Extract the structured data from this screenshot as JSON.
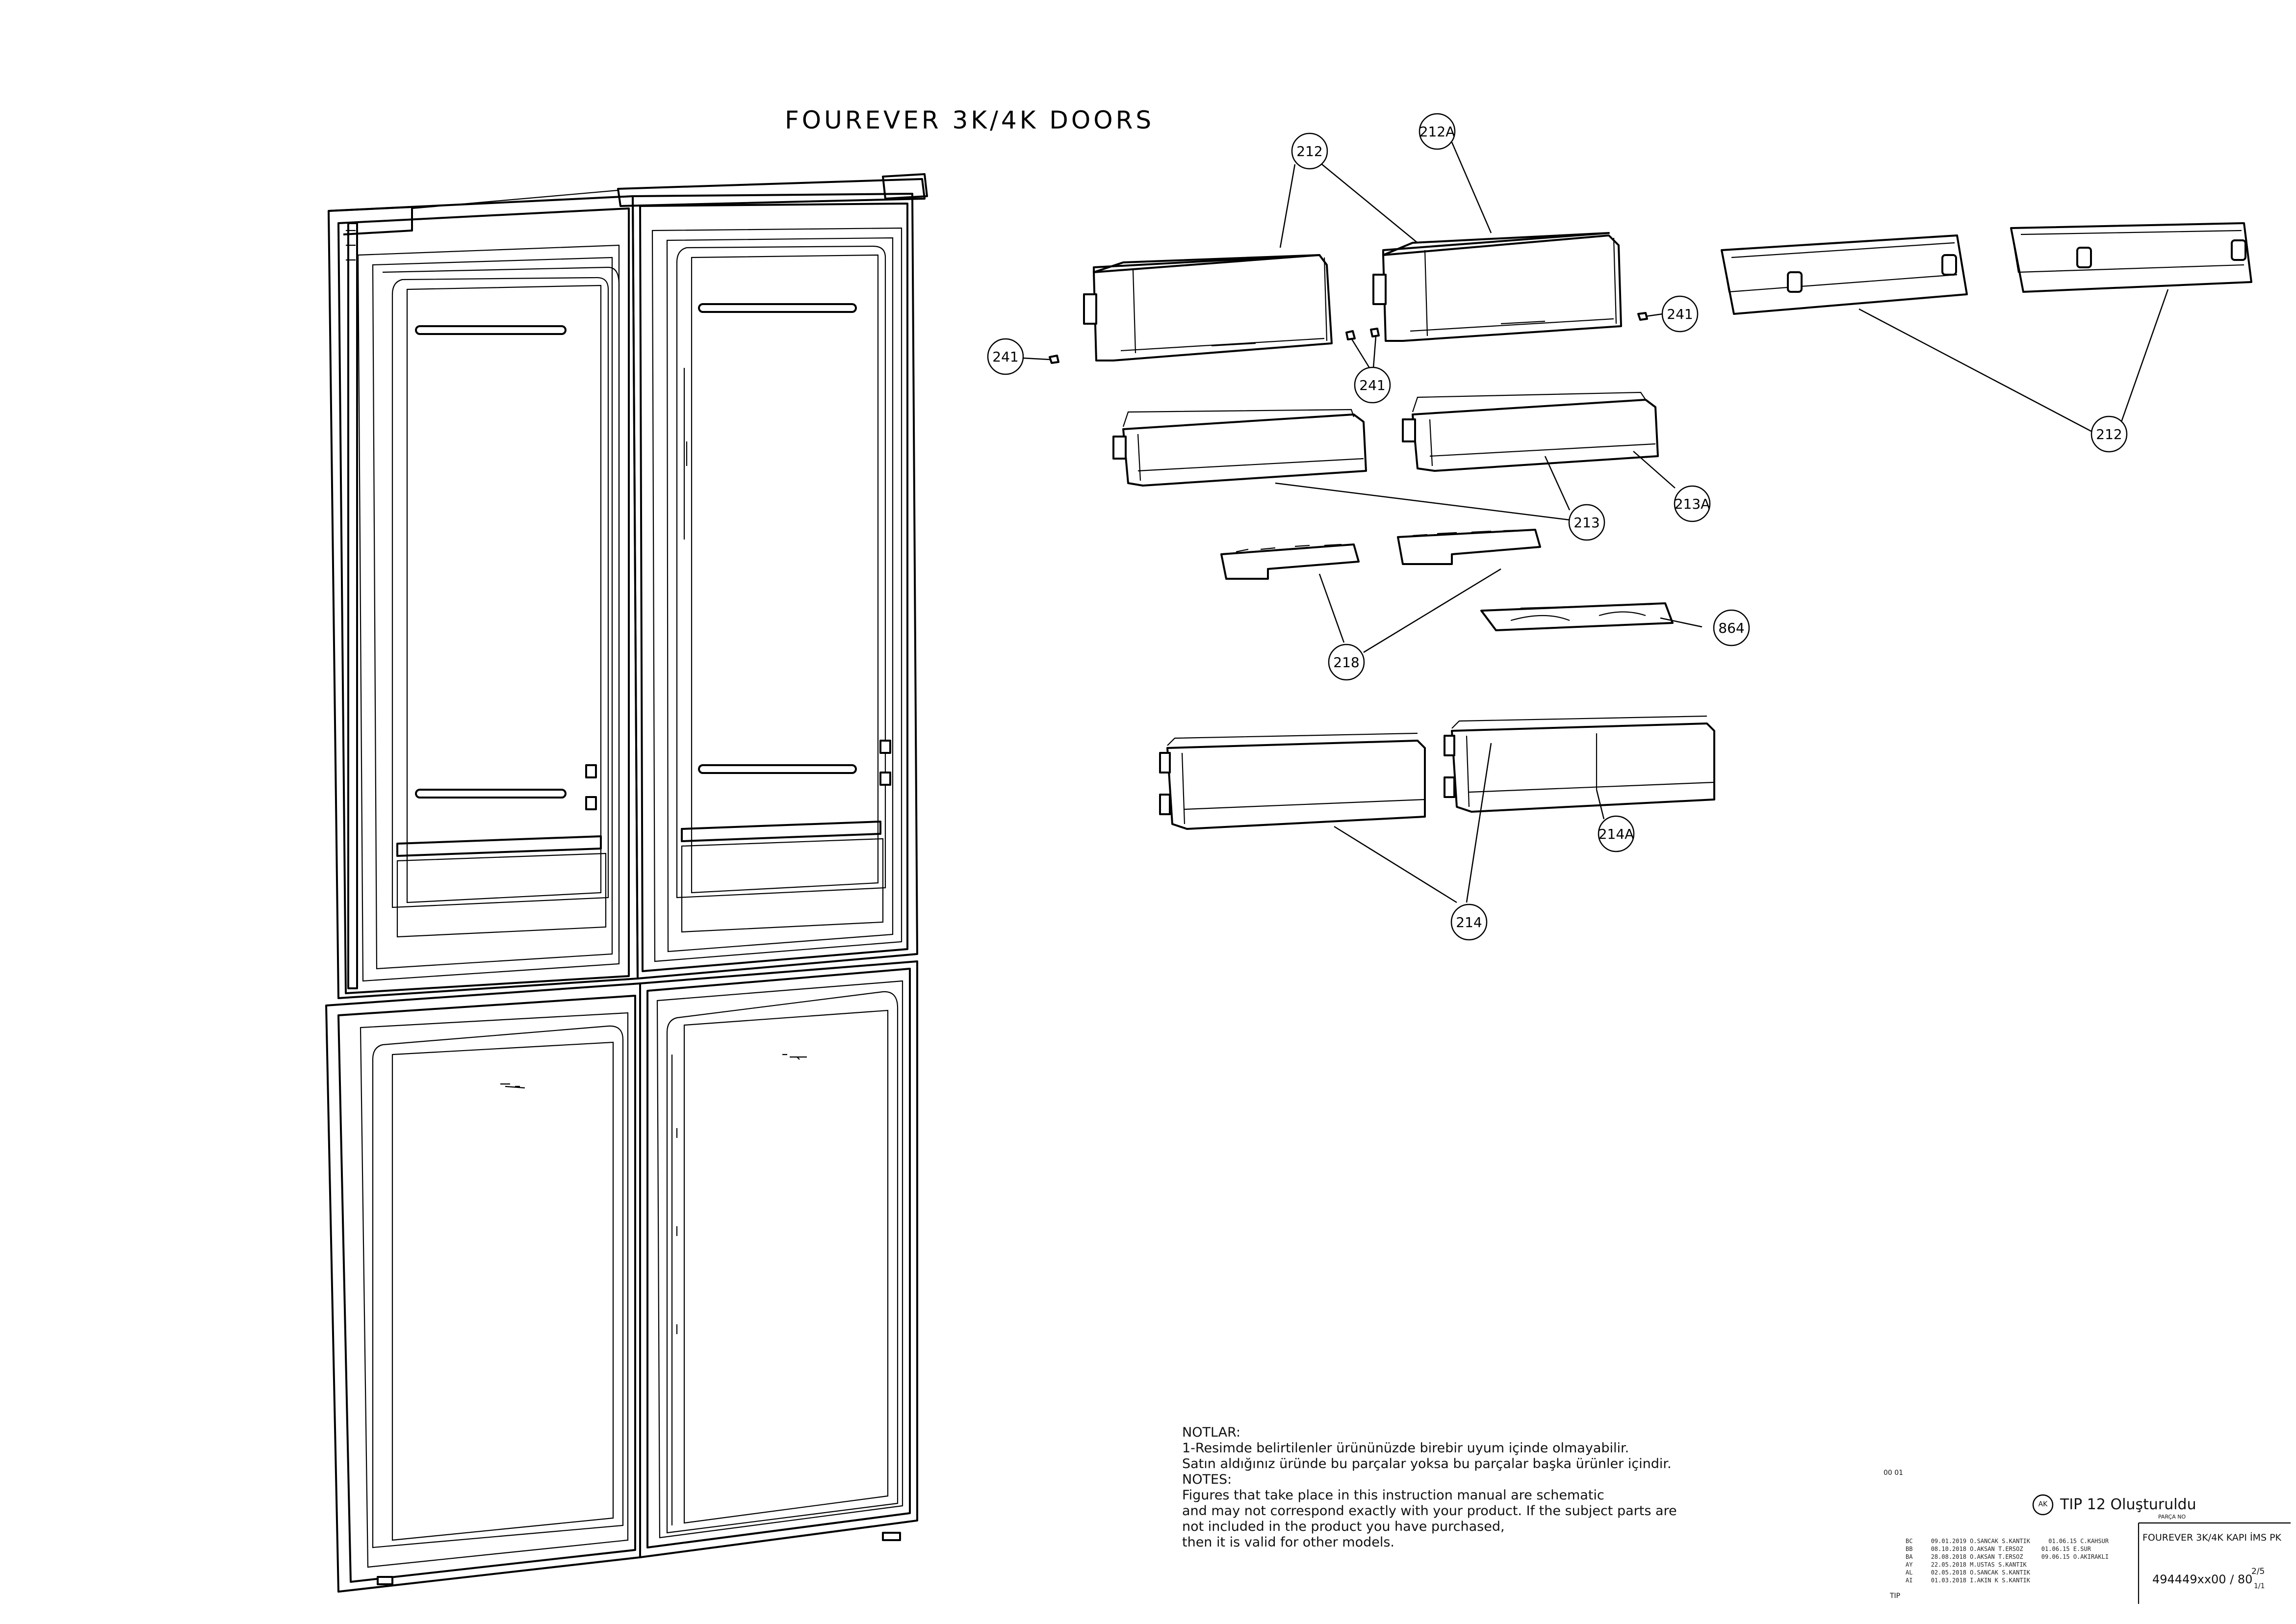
{
  "title": "FOUREVER 3K/4K DOORS",
  "callouts": [
    {
      "id": "c-212-top",
      "label": "212"
    },
    {
      "id": "c-212a",
      "label": "212A"
    },
    {
      "id": "c-241-left",
      "label": "241"
    },
    {
      "id": "c-241-mid",
      "label": "241"
    },
    {
      "id": "c-241-right",
      "label": "241"
    },
    {
      "id": "c-212-right",
      "label": "212"
    },
    {
      "id": "c-213",
      "label": "213"
    },
    {
      "id": "c-213a",
      "label": "213A"
    },
    {
      "id": "c-218",
      "label": "218"
    },
    {
      "id": "c-864",
      "label": "864"
    },
    {
      "id": "c-214a",
      "label": "214A"
    },
    {
      "id": "c-214",
      "label": "214"
    }
  ],
  "notes": {
    "heading_tr": "NOTLAR:",
    "tr_line1": "1-Resimde belirtilenler ürününüzde birebir uyum içinde olmayabilir.",
    "tr_line2": "Satın aldığınız üründe bu parçalar yoksa bu parçalar başka ürünler içindir.",
    "heading_en": "NOTES:",
    "en_line1": "Figures that take place in this instruction manual are schematic",
    "en_line2": " and may not correspond exactly with your product. If the subject parts are",
    "en_line3": "not included in the product you have purchased,",
    "en_line4": "then it is valid for other models."
  },
  "title_block": {
    "ref_small": "00 01",
    "stamp": "AK",
    "stamp_text": "TIP 12 Oluşturuldu",
    "stamp_sub": "PARÇA NO",
    "part_name": "FOUREVER 3K/4K KAPI İMS PK",
    "drawing_no": "494449xx00 / 80",
    "sheet": "2/5",
    "scale": "1/1",
    "tip_label": "TIP",
    "revisions": [
      {
        "rev": "BC",
        "date": "09.01.2019",
        "by": "O.SANCAK",
        "chk": "S.KANTIK",
        "r1": "01.06.15",
        "r2": "C.KAHSUR"
      },
      {
        "rev": "BB",
        "date": "08.10.2018",
        "by": "O.AKSAN",
        "chk": "T.ERSOZ",
        "r1": "01.06.15",
        "r2": "E.SUR"
      },
      {
        "rev": "BA",
        "date": "28.08.2018",
        "by": "O.AKSAN",
        "chk": "T.ERSOZ",
        "r1": "09.06.15",
        "r2": "O.AKIRAKLI"
      },
      {
        "rev": "AY",
        "date": "22.05.2018",
        "by": "M.USTAS",
        "chk": "S.KANTIK",
        "r1": "",
        "r2": ""
      },
      {
        "rev": "AL",
        "date": "02.05.2018",
        "by": "O.SANCAK",
        "chk": "S.KANTIK",
        "r1": "",
        "r2": ""
      },
      {
        "rev": "AI",
        "date": "01.03.2018",
        "by": "I.AKIN K",
        "chk": "S.KANTIK",
        "r1": "",
        "r2": ""
      }
    ]
  }
}
